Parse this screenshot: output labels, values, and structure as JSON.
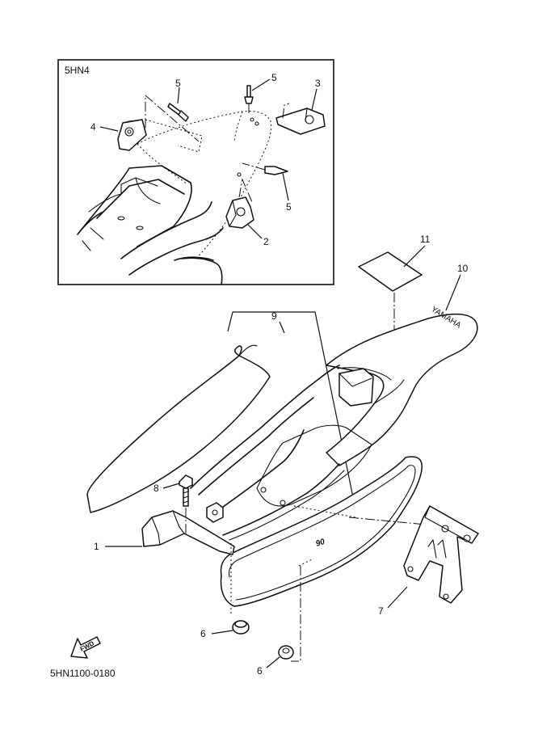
{
  "inset": {
    "label": "5HN4"
  },
  "callouts": {
    "c1": "1",
    "c2": "2",
    "c3": "3",
    "c4": "4",
    "c5a": "5",
    "c5b": "5",
    "c5c": "5",
    "c6a": "6",
    "c6b": "6",
    "c7": "7",
    "c8": "8",
    "c9": "9",
    "c10": "10",
    "c11": "11"
  },
  "decals": {
    "brand": "YAMAHA",
    "model": "90"
  },
  "fwd_arrow": {
    "label": "FWD"
  },
  "diagram_code": "5HN1100-0180"
}
